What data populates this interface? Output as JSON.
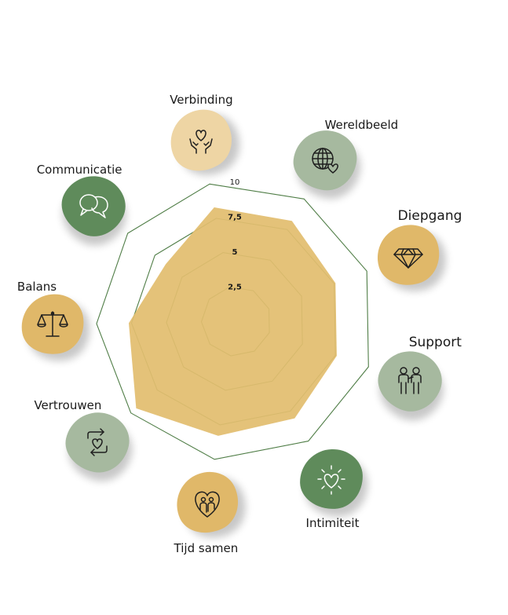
{
  "chart_data": {
    "type": "radar",
    "title": "",
    "range": [
      0,
      10
    ],
    "ticks": [
      "2,5",
      "5",
      "7,5",
      "10"
    ],
    "categories": [
      "Verbinding",
      "Wereldbeeld",
      "Diepgang",
      "Support",
      "Intimiteit",
      "Tijd samen",
      "Vertrouwen",
      "Balans",
      "Communicatie"
    ],
    "series": [
      {
        "values": [
          8.3,
          8.2,
          7.6,
          7.6,
          8.1,
          8.3,
          9.5,
          7.7,
          6.5
        ]
      }
    ],
    "colors": {
      "fill": "#e2bd6f",
      "grid": "#4f7d46"
    }
  },
  "categories_meta": [
    {
      "label": "Verbinding",
      "icon": "hands-heart-icon",
      "color": "#eed5a4"
    },
    {
      "label": "Wereldbeeld",
      "icon": "globe-heart-icon",
      "color": "#a6b99f"
    },
    {
      "label": "Diepgang",
      "icon": "diamond-icon",
      "color": "#e0b869"
    },
    {
      "label": "Support",
      "icon": "two-people-icon",
      "color": "#a6b99f"
    },
    {
      "label": "Intimiteit",
      "icon": "glowing-heart-icon",
      "color": "#5f8b5b"
    },
    {
      "label": "Tijd samen",
      "icon": "couple-heart-icon",
      "color": "#e0b869"
    },
    {
      "label": "Vertrouwen",
      "icon": "cycle-heart-icon",
      "color": "#a6b99f"
    },
    {
      "label": "Balans",
      "icon": "scale-icon",
      "color": "#e0b869"
    },
    {
      "label": "Communicatie",
      "icon": "speech-bubbles-icon",
      "color": "#5f8b5b"
    }
  ]
}
